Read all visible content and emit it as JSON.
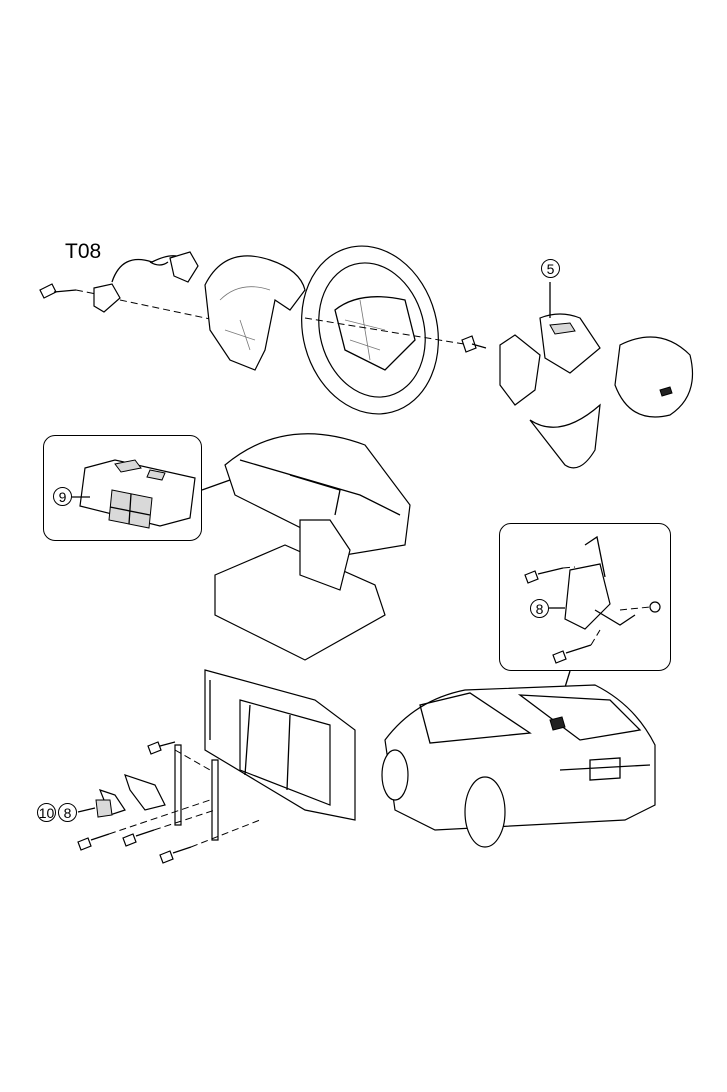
{
  "diagram": {
    "code": "T08",
    "callouts": {
      "steering_switch": "5",
      "dash_switch": "9",
      "rear_module": "8",
      "front_sensor_a": "10",
      "front_sensor_b": "8"
    }
  }
}
